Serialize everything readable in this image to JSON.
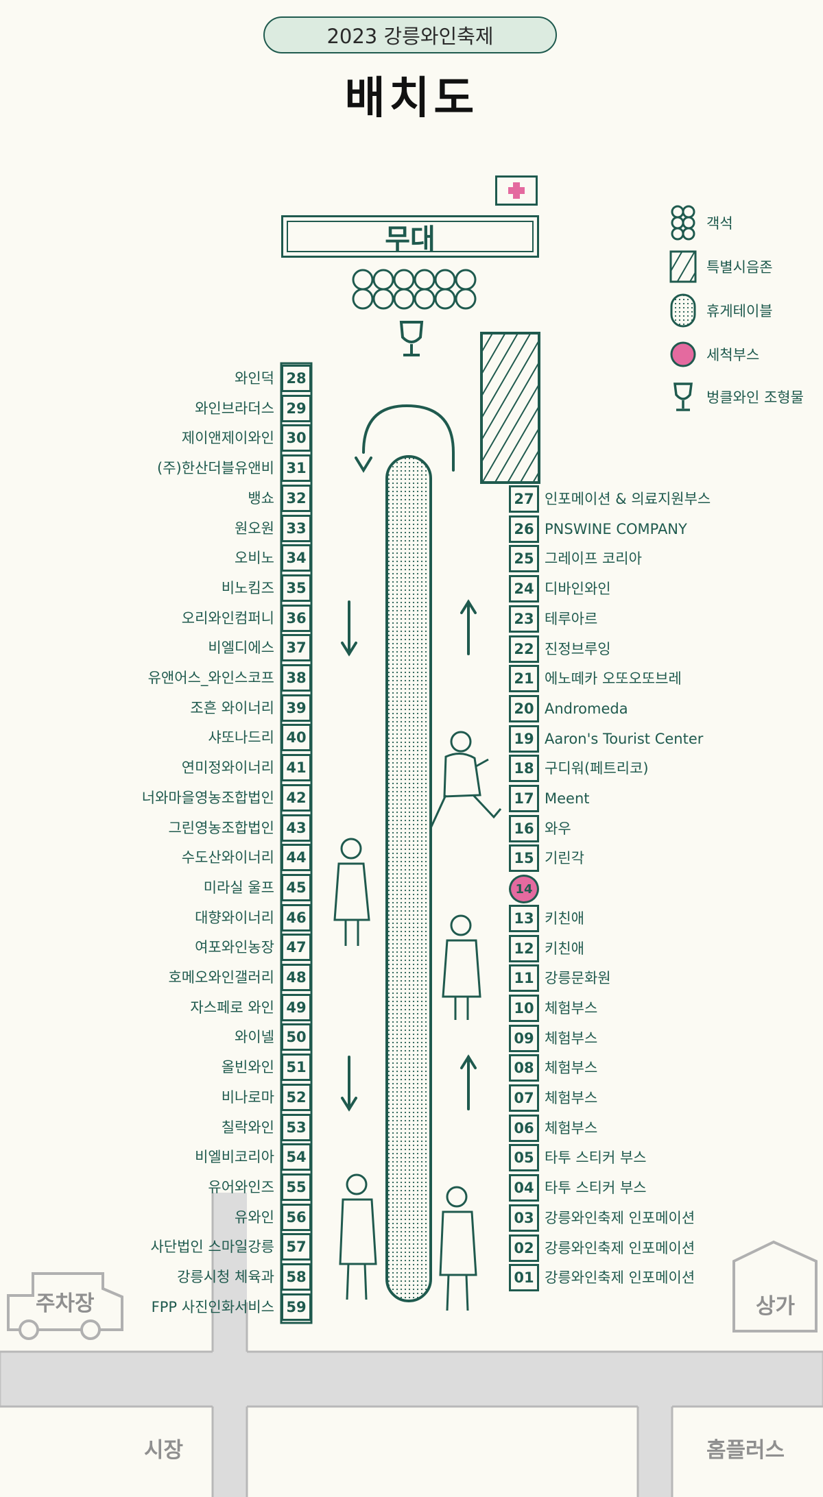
{
  "header": {
    "festival": "2023 강릉와인축제",
    "title": "배치도"
  },
  "stage_label": "무대",
  "legend": [
    {
      "icon": "seating-icon",
      "label": "객석"
    },
    {
      "icon": "special-tasting-zone-icon",
      "label": "특별시음존"
    },
    {
      "icon": "rest-table-icon",
      "label": "휴게테이블"
    },
    {
      "icon": "wash-booth-icon",
      "label": "세척부스"
    },
    {
      "icon": "wine-glass-sculpture-icon",
      "label": "벙클와인 조형물"
    }
  ],
  "left_booths": [
    {
      "num": "28",
      "name": "와인덕"
    },
    {
      "num": "29",
      "name": "와인브라더스"
    },
    {
      "num": "30",
      "name": "제이앤제이와인"
    },
    {
      "num": "31",
      "name": "(주)한산더블유앤비"
    },
    {
      "num": "32",
      "name": "뱅쇼"
    },
    {
      "num": "33",
      "name": "원오원"
    },
    {
      "num": "34",
      "name": "오비노"
    },
    {
      "num": "35",
      "name": "비노킴즈"
    },
    {
      "num": "36",
      "name": "오리와인컴퍼니"
    },
    {
      "num": "37",
      "name": "비엘디에스"
    },
    {
      "num": "38",
      "name": "유앤어스_와인스코프"
    },
    {
      "num": "39",
      "name": "조흔 와이너리"
    },
    {
      "num": "40",
      "name": "샤또나드리"
    },
    {
      "num": "41",
      "name": "연미정와이너리"
    },
    {
      "num": "42",
      "name": "너와마을영농조합법인"
    },
    {
      "num": "43",
      "name": "그린영농조합법인"
    },
    {
      "num": "44",
      "name": "수도산와이너리"
    },
    {
      "num": "45",
      "name": "미라실 울프"
    },
    {
      "num": "46",
      "name": "대향와이너리"
    },
    {
      "num": "47",
      "name": "여포와인농장"
    },
    {
      "num": "48",
      "name": "호메오와인갤러리"
    },
    {
      "num": "49",
      "name": "자스페로 와인"
    },
    {
      "num": "50",
      "name": "와이넬"
    },
    {
      "num": "51",
      "name": "올빈와인"
    },
    {
      "num": "52",
      "name": "비나로마"
    },
    {
      "num": "53",
      "name": "칠락와인"
    },
    {
      "num": "54",
      "name": "비엘비코리아"
    },
    {
      "num": "55",
      "name": "유어와인즈"
    },
    {
      "num": "56",
      "name": "유와인"
    },
    {
      "num": "57",
      "name": "사단법인 스마일강릉"
    },
    {
      "num": "58",
      "name": "강릉시청 체육과"
    },
    {
      "num": "59",
      "name": "FPP 사진인화서비스"
    }
  ],
  "right_booths": [
    {
      "num": "27",
      "name": "인포메이션 & 의료지원부스"
    },
    {
      "num": "26",
      "name": "PNSWINE COMPANY"
    },
    {
      "num": "25",
      "name": "그레이프 코리아"
    },
    {
      "num": "24",
      "name": "디바인와인"
    },
    {
      "num": "23",
      "name": "테루아르"
    },
    {
      "num": "22",
      "name": "진정브루잉"
    },
    {
      "num": "21",
      "name": "에노떼카 오또오또브레"
    },
    {
      "num": "20",
      "name": "Andromeda"
    },
    {
      "num": "19",
      "name": "Aaron's Tourist Center"
    },
    {
      "num": "18",
      "name": "구디워(페트리코)"
    },
    {
      "num": "17",
      "name": "Meent"
    },
    {
      "num": "16",
      "name": "와우"
    },
    {
      "num": "15",
      "name": "기린각"
    },
    {
      "num": "14",
      "name": ""
    },
    {
      "num": "13",
      "name": "키친애"
    },
    {
      "num": "12",
      "name": "키친애"
    },
    {
      "num": "11",
      "name": "강릉문화원"
    },
    {
      "num": "10",
      "name": "체험부스"
    },
    {
      "num": "09",
      "name": "체험부스"
    },
    {
      "num": "08",
      "name": "체험부스"
    },
    {
      "num": "07",
      "name": "체험부스"
    },
    {
      "num": "06",
      "name": "체험부스"
    },
    {
      "num": "05",
      "name": "타투 스티커 부스"
    },
    {
      "num": "04",
      "name": "타투 스티커 부스"
    },
    {
      "num": "03",
      "name": "강릉와인축제 인포메이션"
    },
    {
      "num": "02",
      "name": "강릉와인축제 인포메이션"
    },
    {
      "num": "01",
      "name": "강릉와인축제 인포메이션"
    }
  ],
  "surroundings": {
    "parking": "주차장",
    "shops": "상가",
    "market": "시장",
    "homeplus": "홈플러스"
  },
  "colors": {
    "primary": "#1f5a4e",
    "accent_pink": "#e46a9f",
    "background": "#fbfaf3",
    "header_fill": "#dcebe0",
    "road": "#dcdcdc"
  }
}
